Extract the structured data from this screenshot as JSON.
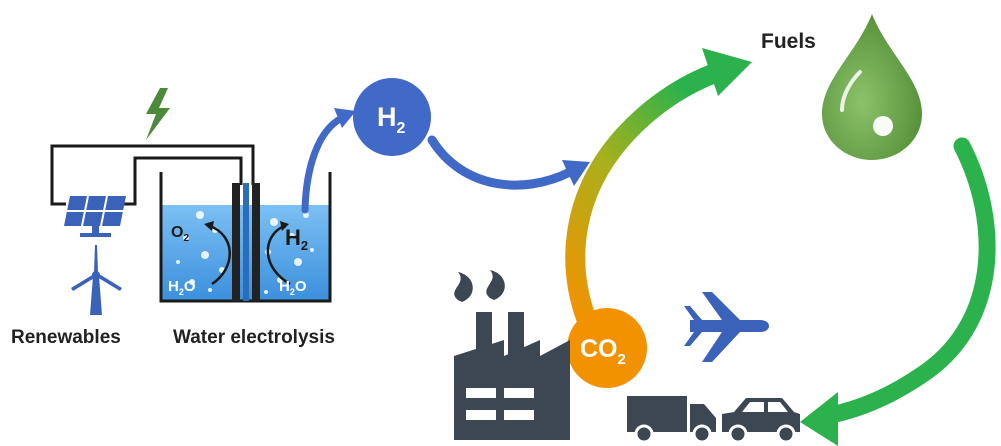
{
  "labels": {
    "renewables": "Renewables",
    "water_electrolysis": "Water electrolysis",
    "fuels": "Fuels"
  },
  "molecules": {
    "h2_main": "H",
    "h2_main_sub": "2",
    "co2_main": "CO",
    "co2_main_sub": "2",
    "o2_tank": "O",
    "o2_tank_sub": "2",
    "h2_tank": "H",
    "h2_tank_sub": "2",
    "h2o_left": "H",
    "h2o_left_sub": "2",
    "h2o_left_o": "O",
    "h2o_right": "H",
    "h2o_right_sub": "2",
    "h2o_right_o": "O"
  },
  "colors": {
    "hydrogen_blue": "#4169c8",
    "co2_orange": "#f39200",
    "fuel_green": "#5a9a3c",
    "cycle_green": "#2bb24c",
    "icon_blue": "#3a62b8",
    "icon_dark": "#3d4754",
    "lightning_green": "#4b8a3a",
    "water": "#4aa0e6"
  },
  "icons": [
    "lightning-icon",
    "solar-panel-icon",
    "wind-turbine-icon",
    "factory-icon",
    "airplane-icon",
    "truck-icon",
    "car-icon",
    "fuel-droplet-icon"
  ]
}
